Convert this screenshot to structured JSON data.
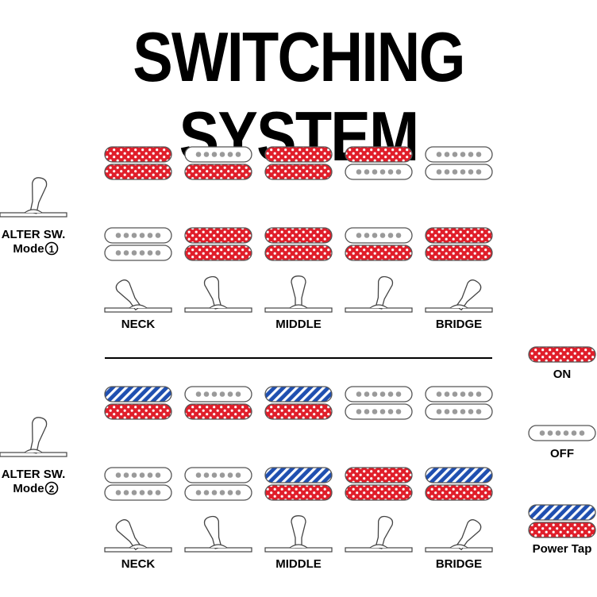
{
  "title": "SWITCHING SYSTEM",
  "colors": {
    "on_red": "#e01e2a",
    "power_tap_blue": "#1f4fb0",
    "off_white": "#ffffff",
    "outline": "#555555"
  },
  "states": {
    "on": "ON",
    "off": "OFF",
    "power_tap": "Power Tap"
  },
  "positions": [
    "NECK",
    "",
    "MIDDLE",
    "",
    "BRIDGE"
  ],
  "modes": [
    {
      "label_line1": "ALTER SW.",
      "label_line2": "Mode",
      "mode_number": "1",
      "toggle_angles": [
        -35,
        -15,
        0,
        15,
        35
      ],
      "rows": [
        [
          [
            "on",
            "on"
          ],
          [
            "off",
            "on"
          ],
          [
            "on",
            "on"
          ],
          [
            "on",
            "off"
          ],
          [
            "off",
            "off"
          ]
        ],
        [
          [
            "off",
            "off"
          ],
          [
            "on",
            "on"
          ],
          [
            "on",
            "on"
          ],
          [
            "off",
            "on"
          ],
          [
            "on",
            "on"
          ]
        ]
      ]
    },
    {
      "label_line1": "ALTER SW.",
      "label_line2": "Mode",
      "mode_number": "2",
      "toggle_angles": [
        -35,
        -15,
        0,
        15,
        35
      ],
      "rows": [
        [
          [
            "tap",
            "on"
          ],
          [
            "off",
            "on"
          ],
          [
            "tap",
            "on"
          ],
          [
            "off",
            "off"
          ],
          [
            "off",
            "off"
          ]
        ],
        [
          [
            "off",
            "off"
          ],
          [
            "off",
            "off"
          ],
          [
            "tap",
            "on"
          ],
          [
            "on",
            "on"
          ],
          [
            "tap",
            "on"
          ]
        ]
      ]
    }
  ],
  "legend": [
    {
      "state": "on",
      "label": "ON"
    },
    {
      "state": "off",
      "label": "OFF"
    },
    {
      "state": "power_tap",
      "label": "Power Tap"
    }
  ]
}
